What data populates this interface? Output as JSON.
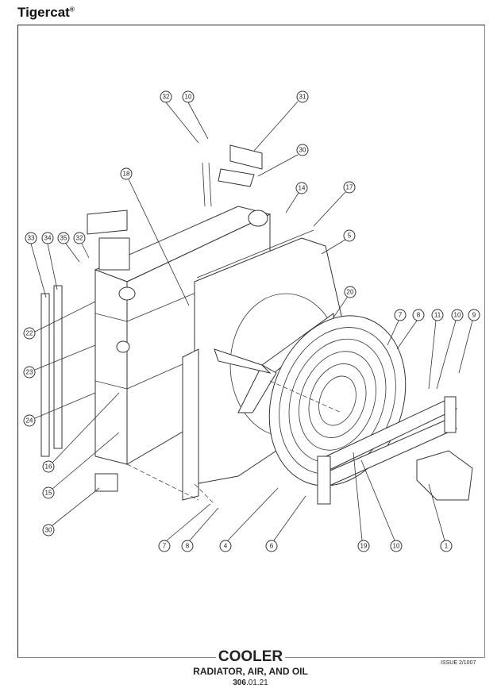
{
  "brand": {
    "name": "Tigercat",
    "mark": "®"
  },
  "title": {
    "main": "COOLER",
    "subtitle": "RADIATOR, AIR, AND OIL",
    "number_bold": "306",
    "number_rest": ".01.21"
  },
  "issue": "ISSUE 2/1007",
  "callouts": [
    "32",
    "10",
    "31",
    "30",
    "18",
    "14",
    "17",
    "5",
    "33",
    "34",
    "35",
    "32",
    "20",
    "7",
    "8",
    "11",
    "10",
    "9",
    "22",
    "23",
    "24",
    "16",
    "15",
    "30",
    "7",
    "8",
    "4",
    "6",
    "19",
    "10",
    "1"
  ]
}
